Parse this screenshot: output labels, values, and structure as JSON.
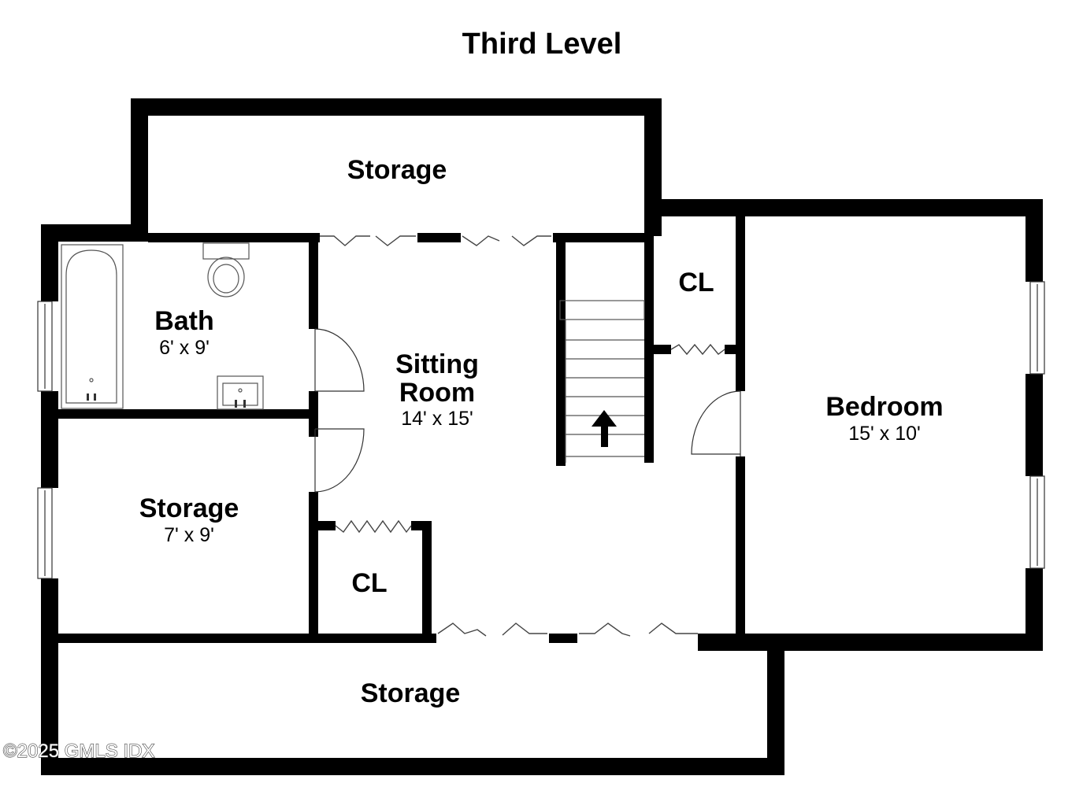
{
  "title": "Third Level",
  "rooms": {
    "storage_top": {
      "name": "Storage"
    },
    "bath": {
      "name": "Bath",
      "dims": "6' x 9'"
    },
    "sitting": {
      "name_line1": "Sitting",
      "name_line2": "Room",
      "dims": "14' x 15'"
    },
    "cl_upper": {
      "name": "CL"
    },
    "bedroom": {
      "name": "Bedroom",
      "dims": "15' x 10'"
    },
    "storage_left": {
      "name": "Storage",
      "dims": "7' x 9'"
    },
    "cl_lower": {
      "name": "CL"
    },
    "storage_bottom": {
      "name": "Storage"
    }
  },
  "watermark": "©2025 GMLS IDX",
  "colors": {
    "wall": "#000000",
    "background": "#ffffff"
  },
  "icons": {
    "stair_direction": "up-arrow-icon"
  }
}
